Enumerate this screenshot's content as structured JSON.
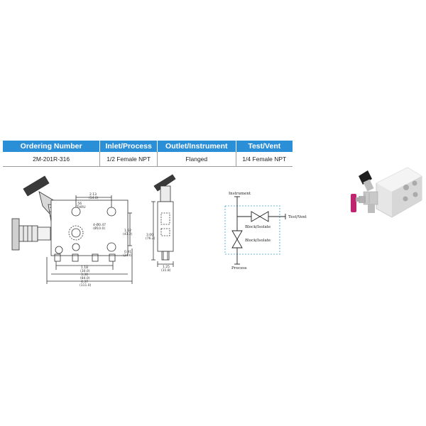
{
  "table": {
    "headers": [
      "Ordering Number",
      "Inlet/Process",
      "Outlet/Instrument",
      "Test/Vent"
    ],
    "rows": [
      [
        "2M-201R-316",
        "1/2 Female NPT",
        "Flanged",
        "1/4 Female NPT"
      ]
    ]
  },
  "front_view_dims": {
    "top_width": "2.13",
    "top_width_mm": "(54.0)",
    "bolt_hole": ".56",
    "bolt_hole_sub": "THRU",
    "hole_callout": "4-Ø0.47",
    "hole_callout_mm": "(Ø10.0)",
    "right_height": "1.62",
    "right_height_mm": "(41.2)",
    "right_lower": "0.91",
    "right_lower_mm": "(24.6)",
    "bottom_1": "1.18",
    "bottom_1_mm": "(30.0)",
    "bottom_2": "3.30",
    "bottom_2_mm": "(84.0)",
    "bottom_3": "4.37",
    "bottom_3_mm": "(111.0)"
  },
  "side_view_dims": {
    "height": "3.00",
    "height_mm": "(76.2)",
    "width": "1.25",
    "width_mm": "(31.8)"
  },
  "schematic": {
    "instrument_label": "Instrument",
    "test_vent_label": "Test/Vent",
    "block_isolate_1": "Block/Isolate",
    "block_isolate_2": "Block/Isolate",
    "process_label": "Process"
  },
  "colors": {
    "header_blue": "#2b8fd8",
    "handle_magenta": "#c0246f",
    "schematic_border": "#3aa0d8"
  }
}
